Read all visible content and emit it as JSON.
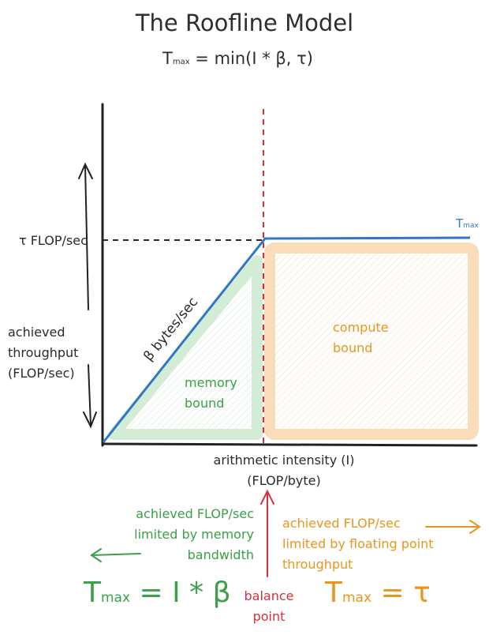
{
  "title": "The Roofline Model",
  "formula": {
    "lhs": "T",
    "lhs_sub": "max",
    "rhs": " = min(I * β, τ)"
  },
  "axes": {
    "y_tick": "τ FLOP/sec",
    "y_label": [
      "achieved",
      "throughput",
      "(FLOP/sec)"
    ],
    "x_label": [
      "arithmetic intensity (I)",
      "(FLOP/byte)"
    ]
  },
  "curve": {
    "slope_label": "β bytes/sec",
    "tmax_label": "T",
    "tmax_sub": "max"
  },
  "regions": {
    "memory": [
      "memory",
      "bound"
    ],
    "compute": [
      "compute",
      "bound"
    ]
  },
  "annotations": {
    "left": [
      "achieved FLOP/sec",
      "limited by memory",
      "bandwidth"
    ],
    "right": [
      "achieved FLOP/sec",
      "limited by floating point",
      "throughput"
    ],
    "balance": [
      "balance",
      "point"
    ]
  },
  "equations": {
    "memory": {
      "lhs": "T",
      "sub": "max",
      "rhs": "= I * β"
    },
    "compute": {
      "lhs": "T",
      "sub": "max",
      "rhs": "= τ"
    }
  },
  "colors": {
    "memory": "#3aa04a",
    "compute": "#e8961e",
    "balance": "#d6303a",
    "roofline": "#2f78c5"
  }
}
